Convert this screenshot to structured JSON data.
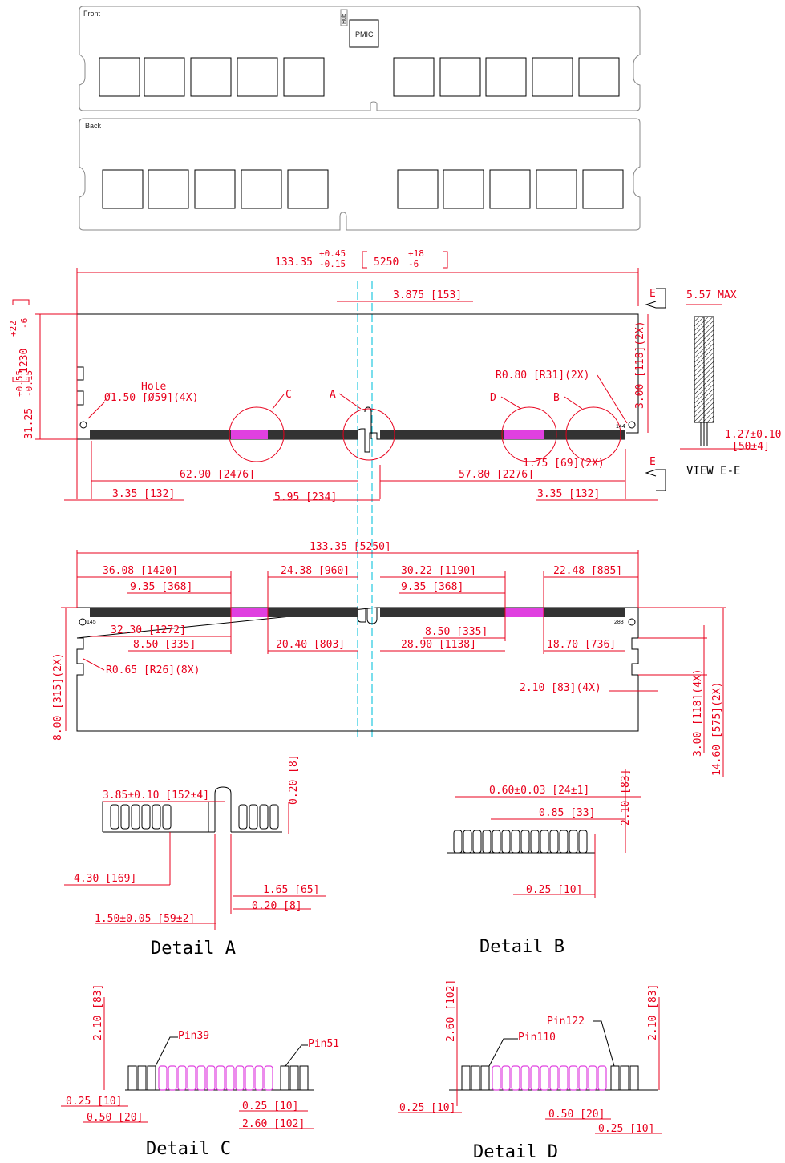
{
  "colors": {
    "dimension": "#e8001c",
    "outline": "#000000",
    "centerline": "#22c8e0",
    "highlight": "#e040e0",
    "photo_outline": "#888888"
  },
  "front_view": {
    "label": "Front",
    "hub_label": "Hub",
    "pmic_label": "PMIC"
  },
  "back_view": {
    "label": "Back"
  },
  "top_drawing": {
    "overall_length": "133.35",
    "overall_tol_plus": "+0.45",
    "overall_tol_minus": "-0.15",
    "overall_mil": "5250",
    "overall_mil_plus": "+18",
    "overall_mil_minus": "-6",
    "height": "31.25",
    "height_tol_plus": "+0.55",
    "height_tol_minus": "-0.15",
    "height_mil": "1230",
    "height_mil_plus": "+22",
    "height_mil_minus": "-6",
    "slot_width": "3.875 [153]",
    "hole_label": "Hole",
    "hole_dim": "Ø1.50 [Ø59](4X)",
    "radius": "R0.80 [R31](2X)",
    "notch_height": "3.00 [118](2X)",
    "left_to_key": "62.90 [2476]",
    "right_to_key": "57.80 [2276]",
    "left_edge": "3.35 [132]",
    "right_edge": "3.35 [132]",
    "key_offset": "5.95 [234]",
    "pin_pitch_edge": "1.75 [69](2X)",
    "section_label": "E",
    "pin_144": "144",
    "detail_c": "C",
    "detail_a": "A",
    "detail_d": "D",
    "detail_b": "B"
  },
  "view_ee": {
    "thickness": "5.57 MAX",
    "board": "1.27±0.10",
    "board_mil": "[50±4]",
    "title": "VIEW E-E"
  },
  "bottom_drawing": {
    "overall": "133.35 [5250]",
    "d1": "36.08 [1420]",
    "d2": "24.38 [960]",
    "d3": "30.22 [1190]",
    "d4": "22.48 [885]",
    "d5": "9.35 [368]",
    "d6": "9.35 [368]",
    "d7": "32.30 [1272]",
    "d8": "8.50 [335]",
    "d9": "20.40 [803]",
    "d10": "8.50 [335]",
    "d11": "28.90 [1138]",
    "d12": "18.70 [736]",
    "radius": "R0.65 [R26](8X)",
    "notch": "8.00 [315](2X)",
    "side": "2.10 [83](4X)",
    "h1": "3.00 [118](4X)",
    "h2": "14.60 [575](2X)",
    "pin_145": "145",
    "pin_288": "288"
  },
  "detail_a": {
    "title": "Detail A",
    "w": "3.85±0.10 [152±4]",
    "h": "0.20 [8]",
    "l": "4.30 [169]",
    "r": "1.65 [65]",
    "r2": "0.20 [8]",
    "slot": "1.50±0.05 [59±2]"
  },
  "detail_b": {
    "title": "Detail B",
    "w": "0.60±0.03 [24±1]",
    "p": "0.85 [33]",
    "h": "2.10 [83]",
    "g": "0.25 [10]"
  },
  "detail_c": {
    "title": "Detail C",
    "h": "2.10 [83]",
    "pin_a": "Pin39",
    "pin_b": "Pin51",
    "g1": "0.25 [10]",
    "g2": "0.50 [20]",
    "g3": "0.25 [10]",
    "g4": "2.60 [102]"
  },
  "detail_d": {
    "title": "Detail D",
    "h1": "2.60 [102]",
    "h2": "2.10 [83]",
    "pin_a": "Pin122",
    "pin_b": "Pin110",
    "g1": "0.25 [10]",
    "g2": "0.50 [20]",
    "g3": "0.25 [10]"
  }
}
